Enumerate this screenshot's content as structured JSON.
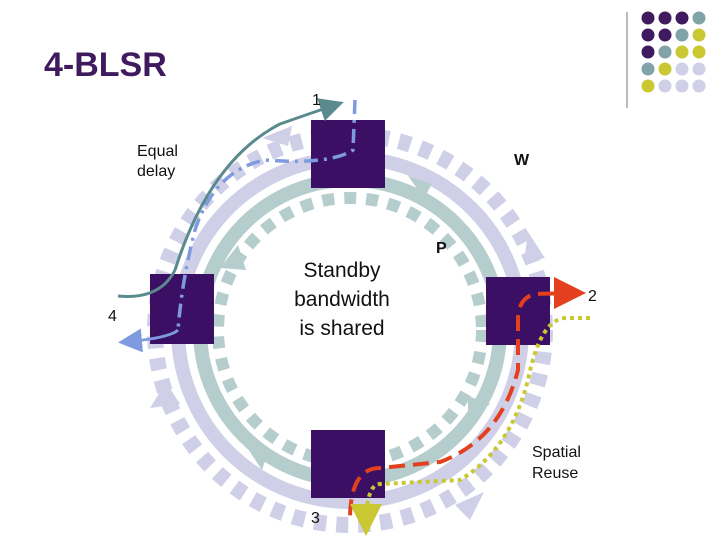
{
  "title": "4-BLSR",
  "nodes": [
    {
      "id": "node-1",
      "label": "1"
    },
    {
      "id": "node-2",
      "label": "2"
    },
    {
      "id": "node-3",
      "label": "3"
    },
    {
      "id": "node-4",
      "label": "4"
    }
  ],
  "labels": {
    "working": "W",
    "protection": "P",
    "equal_delay": [
      "Equal",
      "delay"
    ],
    "standby": [
      "Standby",
      "bandwidth",
      "is shared"
    ],
    "spatial_reuse": [
      "Spatial",
      "Reuse"
    ]
  },
  "colors": {
    "title": "#3f1a5e",
    "node": "#3b0f63",
    "outer_ring": "#cfd0e8",
    "inner_ring": "#b5cdcd",
    "path_blue": "#7f9be0",
    "path_teal": "#5a8a8e",
    "path_red": "#e2401f",
    "path_yellow": "#c9c832",
    "dot_purple": "#3f1a5e",
    "dot_teal": "#7fa3a6",
    "dot_olive": "#c9c832",
    "dot_lavender": "#cfd0e8"
  }
}
